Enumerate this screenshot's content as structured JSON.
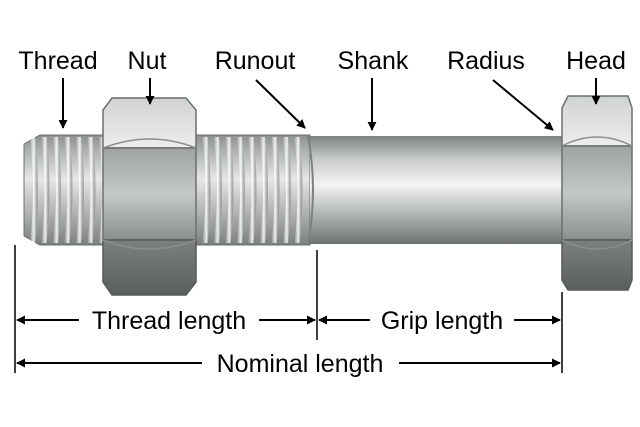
{
  "labels": {
    "thread": "Thread",
    "nut": "Nut",
    "runout": "Runout",
    "shank": "Shank",
    "radius": "Radius",
    "head": "Head"
  },
  "dimensions": {
    "thread_length": "Thread length",
    "grip_length": "Grip length",
    "nominal_length": "Nominal length"
  },
  "colors": {
    "metal_dark": "#6f7473",
    "metal_mid": "#a7acab",
    "metal_light": "#eef0ef",
    "text": "#000000"
  }
}
